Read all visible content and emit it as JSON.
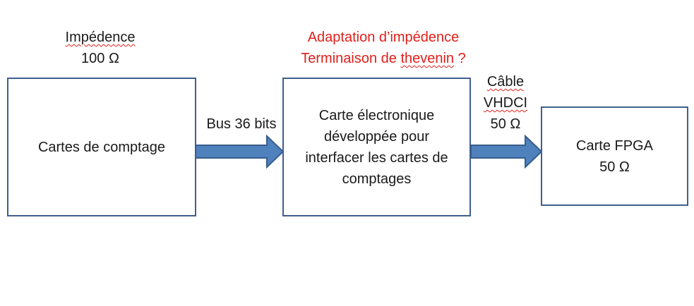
{
  "labels": {
    "impedance_title": "Impédence",
    "impedance_value": "100 Ω",
    "adaptation_line1": "Adaptation d’impédence",
    "adaptation_line2_a": "Terminaison de ",
    "adaptation_line2_b": "thevenin",
    "adaptation_line2_c": " ?",
    "bus_label": "Bus 36 bits",
    "cable_line1": "Câble",
    "cable_line2": "VHDCI",
    "cable_line3": "50 Ω"
  },
  "boxes": {
    "comptage": {
      "line1": "Cartes de comptage"
    },
    "electronique": {
      "line1": "Carte électronique",
      "line2": "développée pour",
      "line3": "interfacer les cartes de",
      "line4": "comptages"
    },
    "fpga": {
      "line1": "Carte FPGA",
      "line2": "50 Ω"
    }
  },
  "colors": {
    "box_border": "#3f5f8f",
    "arrow_fill": "#4f81bd",
    "arrow_stroke": "#385d8a",
    "annotation_red": "#e0201b"
  }
}
